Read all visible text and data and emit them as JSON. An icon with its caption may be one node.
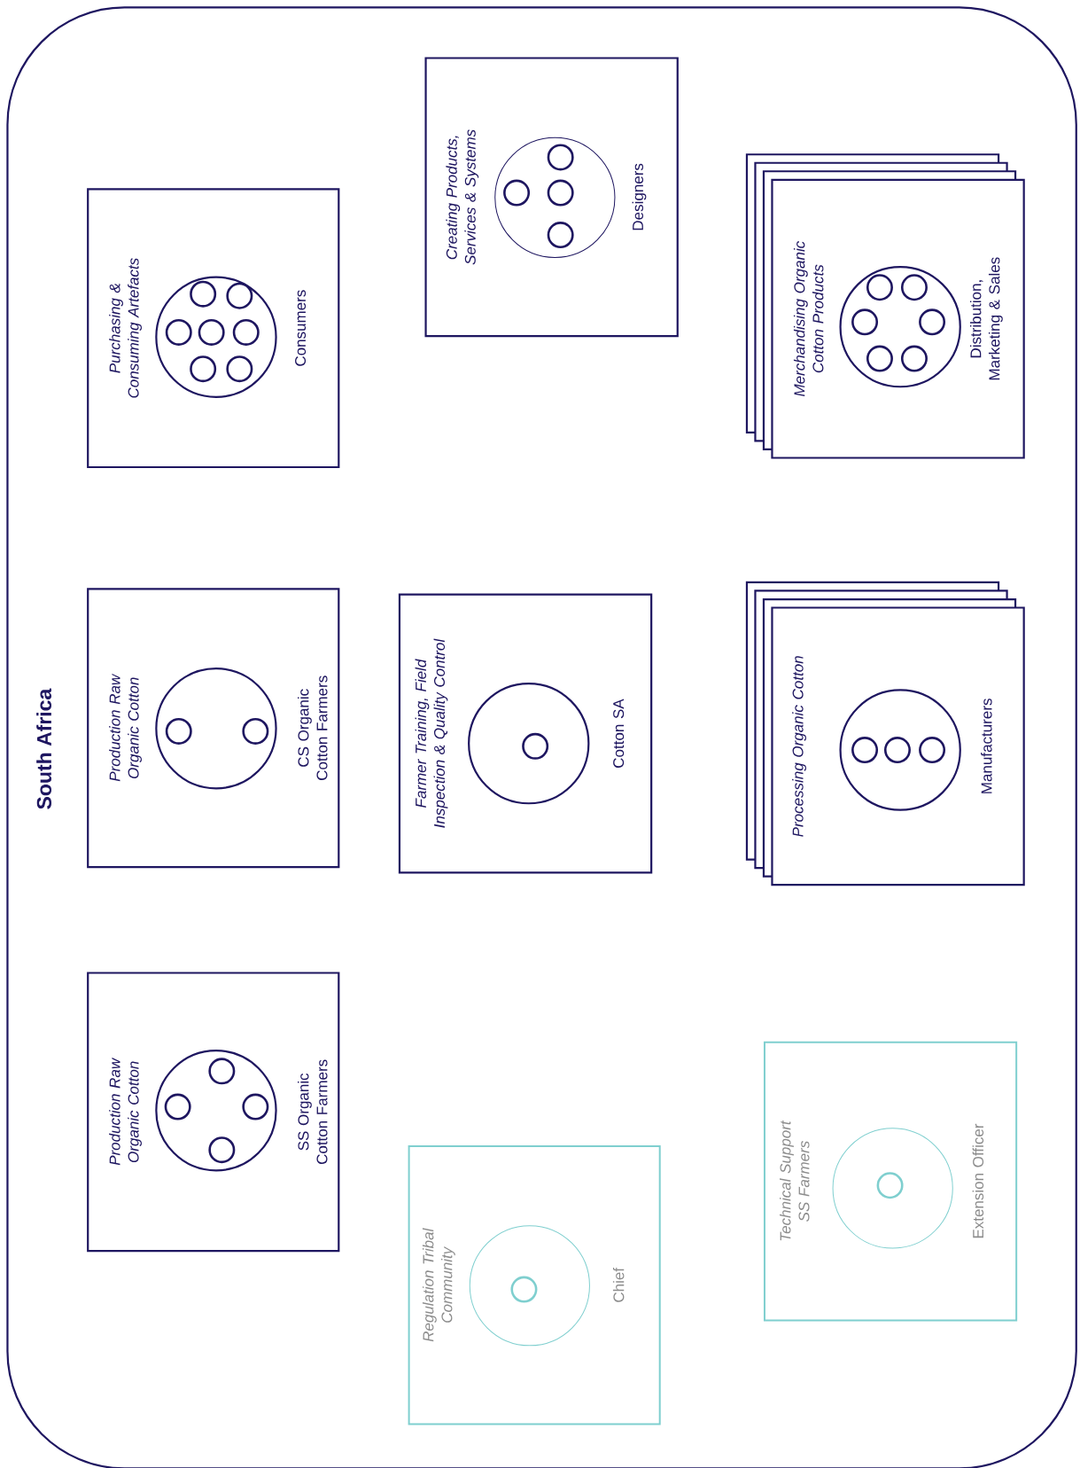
{
  "diagram": {
    "nodes": [
      {
        "text": [
          "South Africa"
        ]
      },
      {
        "text": [
          "Purchasing & Consuming Artefacts",
          "Consumers"
        ],
        "in": 0
      },
      {
        "text": [
          "Production Raw Organic Cotton",
          "CS Organic Cotton Farmers"
        ],
        "in": 0
      },
      {
        "text": [
          "Production Raw Organic Cotton",
          "SS Organic Cotton Farmers"
        ],
        "in": 0
      },
      {
        "text": [
          "Creating Products, Services & Systems",
          "Designers"
        ],
        "in": 0
      },
      {
        "text": [
          "Farmer Training, Field Inspection & Quality Control",
          "Cotton SA"
        ],
        "in": 0
      },
      {
        "text": [
          "Regulation Tribal Community",
          "Chief"
        ],
        "in": 0
      },
      {
        "text": [
          "Merchandising Organic Cotton Products",
          "Distribution, Marketing & Sales"
        ],
        "in": 0
      },
      {
        "text": [
          "Processing Organic Cotton",
          "Manufacturers"
        ],
        "in": 0
      },
      {
        "text": [
          "Technical Support SS Farmers",
          "Extension Officer"
        ],
        "in": 0
      }
    ]
  }
}
